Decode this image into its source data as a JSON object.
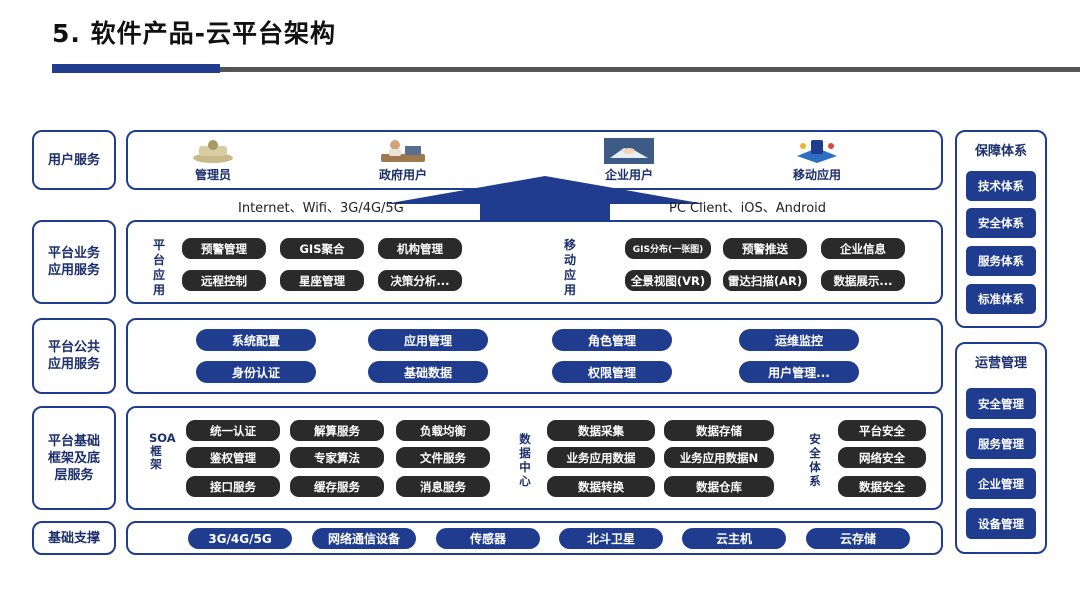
{
  "header": {
    "title": "5.  软件产品-云平台架构"
  },
  "layers": {
    "user": "用户服务",
    "app": "平台业务应用服务",
    "common": "平台公共应用服务",
    "base": "平台基础框架及底层服务",
    "support": "基础支撑"
  },
  "users": [
    {
      "label": "管理员",
      "icon": "admin-icon"
    },
    {
      "label": "政府用户",
      "icon": "government-user-icon"
    },
    {
      "label": "企业用户",
      "icon": "enterprise-user-icon"
    },
    {
      "label": "移动应用",
      "icon": "mobile-app-icon"
    }
  ],
  "connectivity": {
    "left": "Internet、Wifi、3G/4G/5G",
    "right": "PC Client、iOS、Android"
  },
  "platform_apps": {
    "title": "平台应用",
    "items": [
      "预警管理",
      "GIS聚合",
      "机构管理",
      "远程控制",
      "星座管理",
      "决策分析..."
    ]
  },
  "mobile_apps": {
    "title": "移动应用",
    "items": [
      "GIS分布(一张图)",
      "预警推送",
      "企业信息",
      "全景视图(VR)",
      "雷达扫描(AR)",
      "数据展示..."
    ]
  },
  "common_services": [
    "系统配置",
    "应用管理",
    "角色管理",
    "运维监控",
    "身份认证",
    "基础数据",
    "权限管理",
    "用户管理..."
  ],
  "soa": {
    "title": "SOA框架",
    "items": [
      "统一认证",
      "解算服务",
      "负载均衡",
      "鉴权管理",
      "专家算法",
      "文件服务",
      "接口服务",
      "缓存服务",
      "消息服务"
    ]
  },
  "data_center": {
    "title": "数据中心",
    "items": [
      "数据采集",
      "数据存储",
      "业务应用数据",
      "业务应用数据N",
      "数据转换",
      "数据仓库"
    ]
  },
  "security": {
    "title": "安全体系",
    "items": [
      "平台安全",
      "网络安全",
      "数据安全"
    ]
  },
  "infrastructure": [
    "3G/4G/5G",
    "网络通信设备",
    "传感器",
    "北斗卫星",
    "云主机",
    "云存储"
  ],
  "guarantee": {
    "title": "保障体系",
    "items": [
      "技术体系",
      "安全体系",
      "服务体系",
      "标准体系"
    ]
  },
  "operations": {
    "title": "运营管理",
    "items": [
      "安全管理",
      "服务管理",
      "企业管理",
      "设备管理"
    ]
  },
  "colors": {
    "primary": "#1f3c8f",
    "dark_pill": "#2a2a2a",
    "accent_gray": "#555555"
  }
}
